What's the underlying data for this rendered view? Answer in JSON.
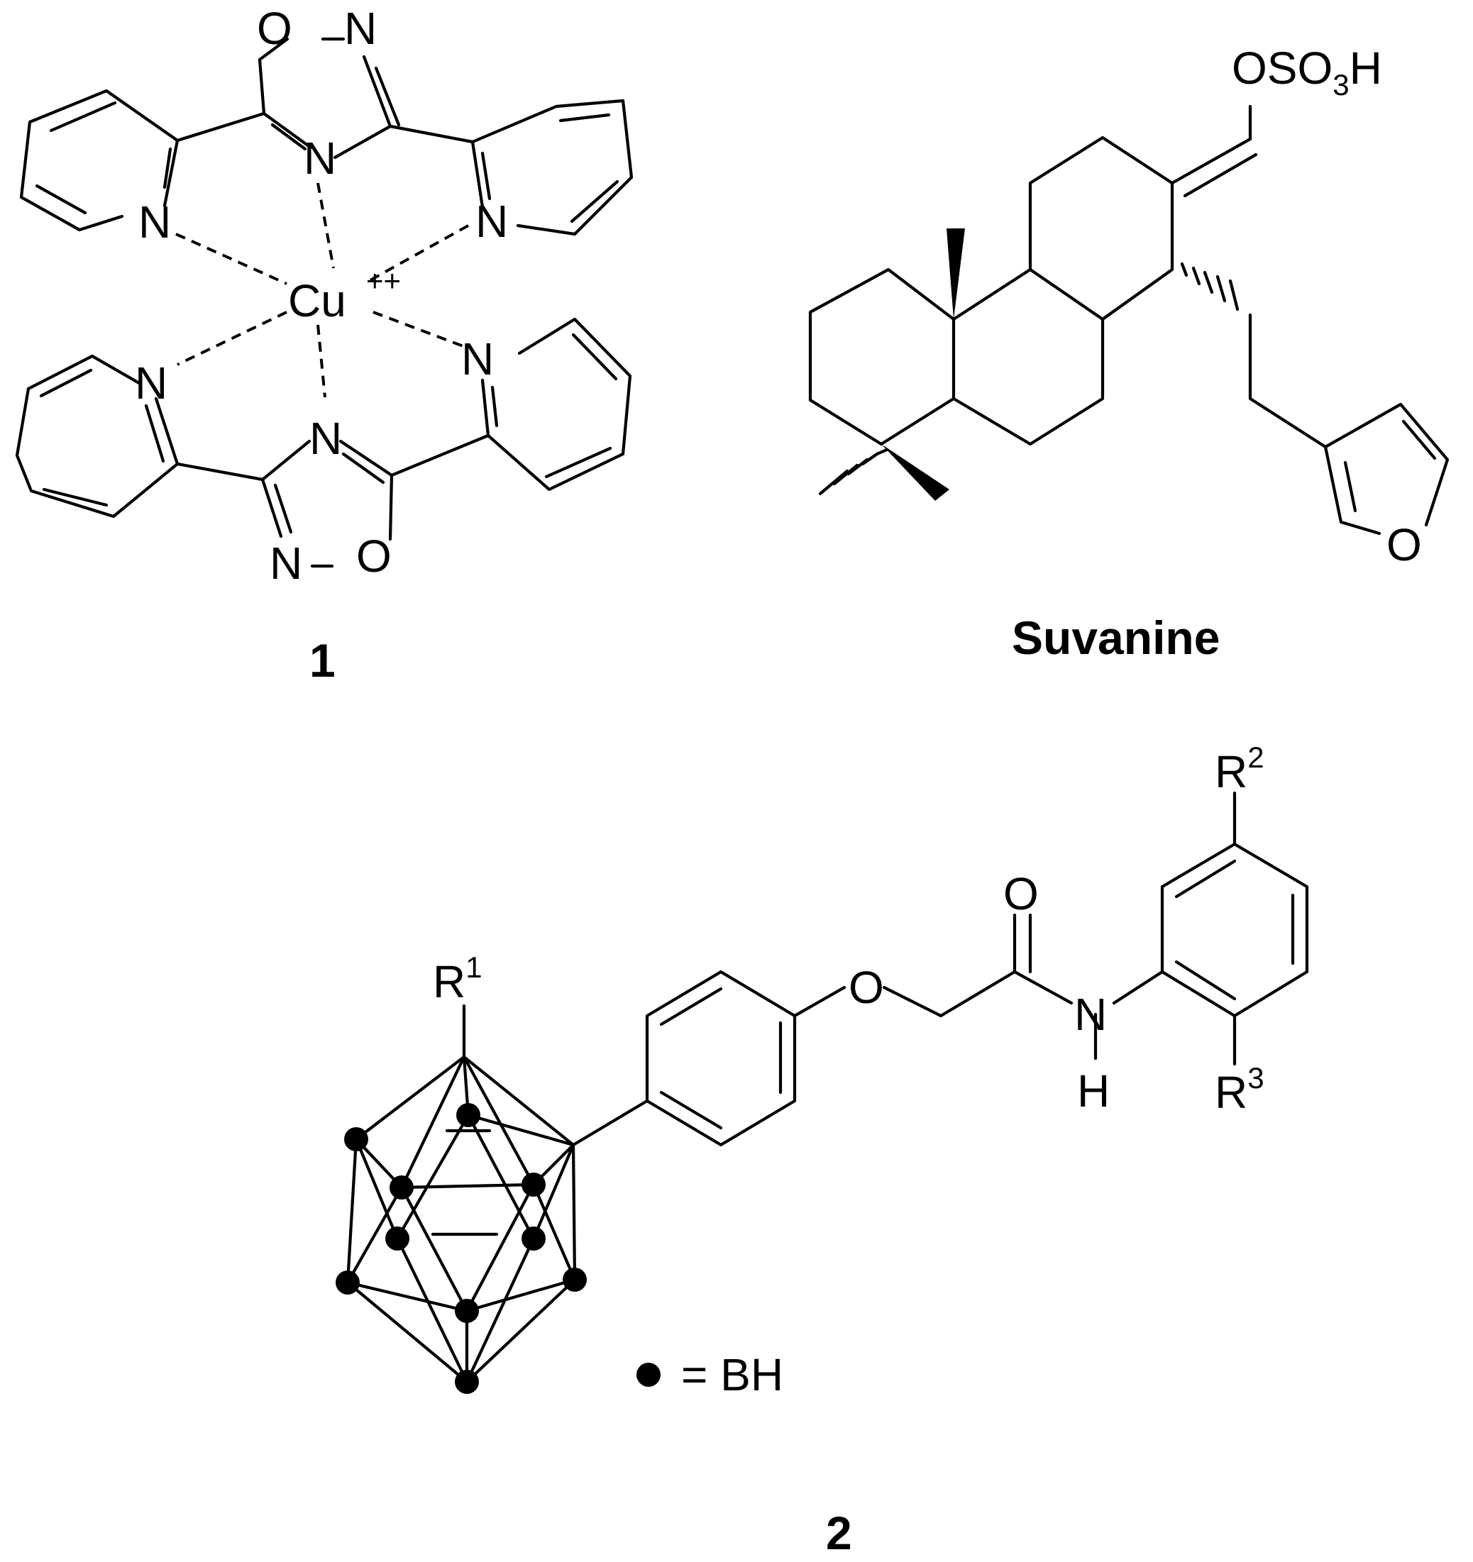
{
  "compound1": {
    "label": "1",
    "metal": "Cu",
    "charge": "++",
    "atoms": {
      "O": "O",
      "N": "N"
    }
  },
  "suvanine": {
    "name": "Suvanine",
    "substituent": "OSO",
    "sub_digit": "3",
    "h": "H",
    "furan_o": "O"
  },
  "compound2": {
    "label": "2",
    "r": "R",
    "r1": "1",
    "r2": "2",
    "r3": "3",
    "ether_o": "O",
    "carbonyl_o": "O",
    "amide_n": "N",
    "amide_h": "H",
    "legend_text": "= BH"
  },
  "colors": {
    "ink": "#000000",
    "background": "#ffffff"
  }
}
